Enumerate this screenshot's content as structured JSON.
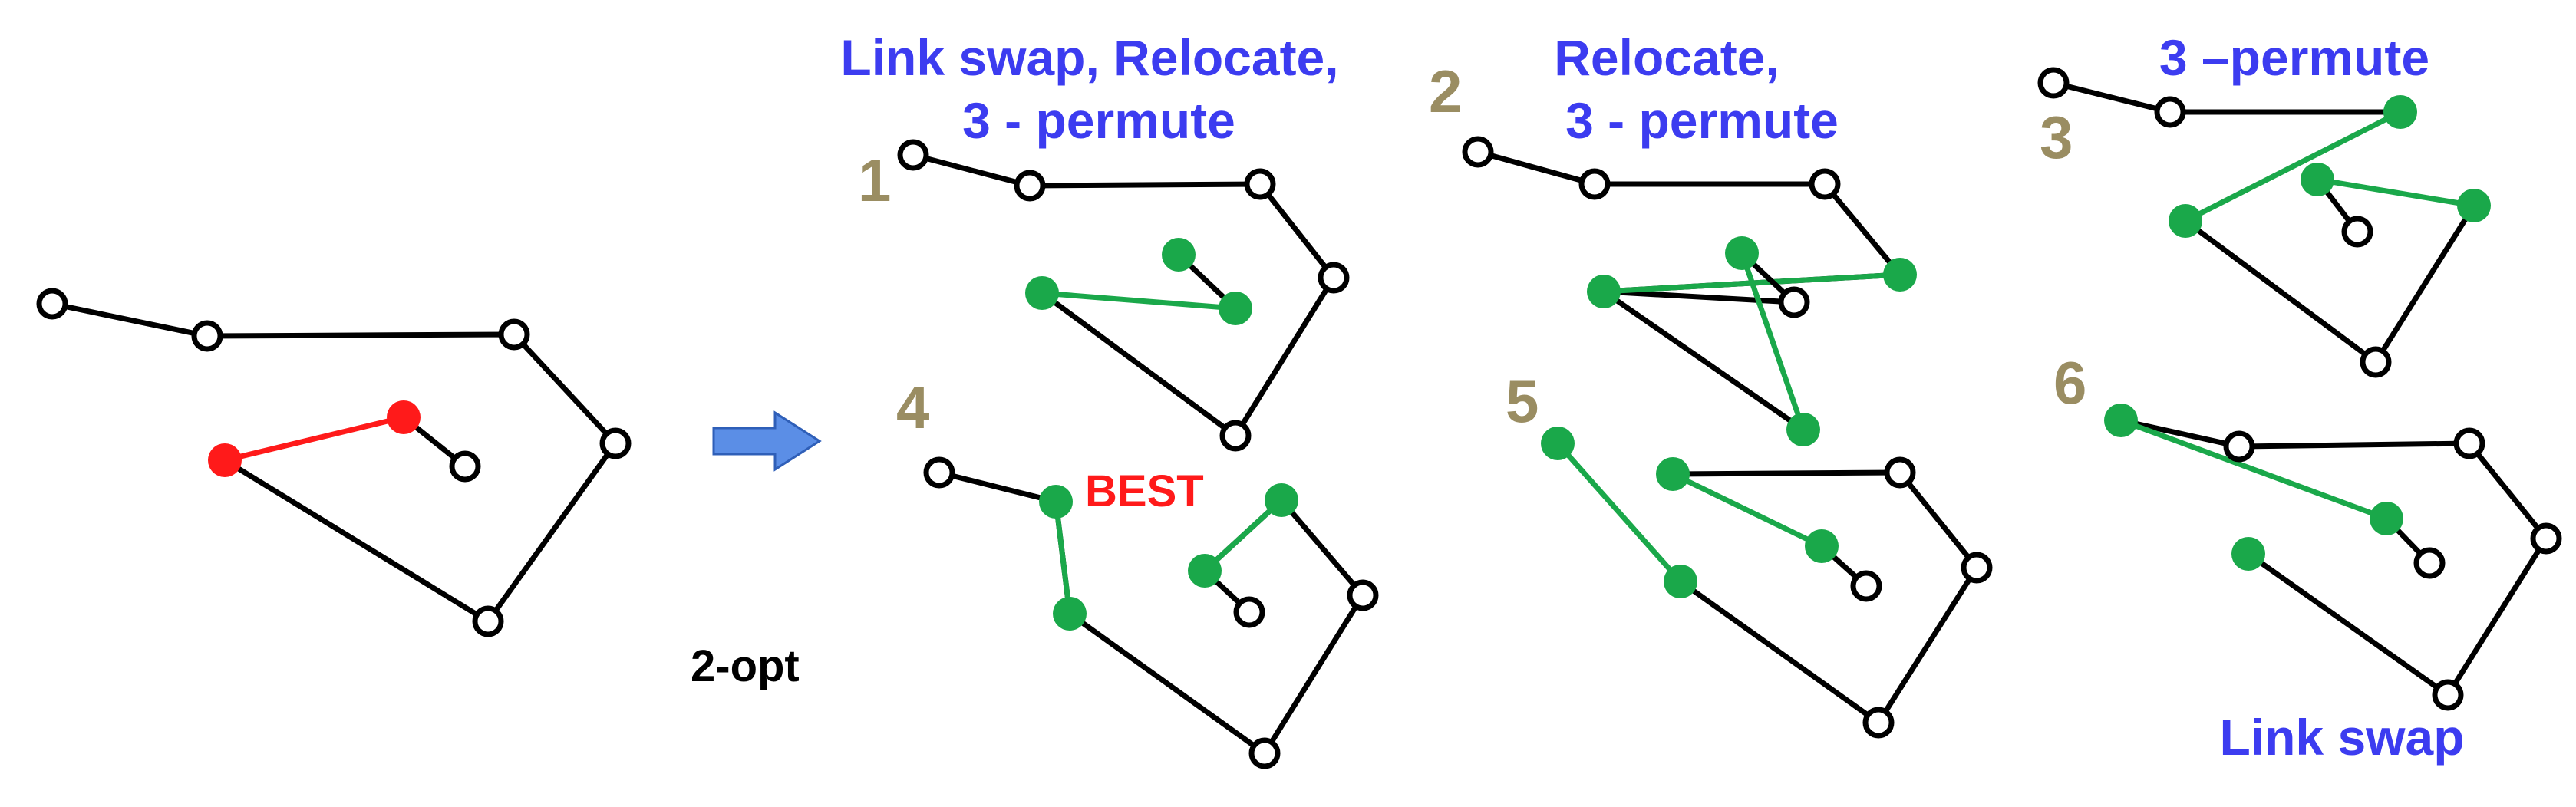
{
  "labels": {
    "op_1": "Link swap, Relocate,",
    "op_1b": "3 - permute",
    "op_2": "Relocate,",
    "op_2b": "3 - permute",
    "op_3": "3 –permute",
    "op_6": "Link swap",
    "best": "BEST",
    "two_opt": "2-opt"
  },
  "numbers": {
    "n1": "1",
    "n2": "2",
    "n3": "3",
    "n4": "4",
    "n5": "5",
    "n6": "6"
  },
  "colors": {
    "tour_line": "#000000",
    "changed_edge": "#1aa84a",
    "removed_edge": "#ff1a1a",
    "label_blue": "#3c3cf0",
    "label_number": "#9a8d62",
    "arrow_fill": "#5b8ee6"
  },
  "icons": {
    "arrow": "right-arrow-icon"
  }
}
